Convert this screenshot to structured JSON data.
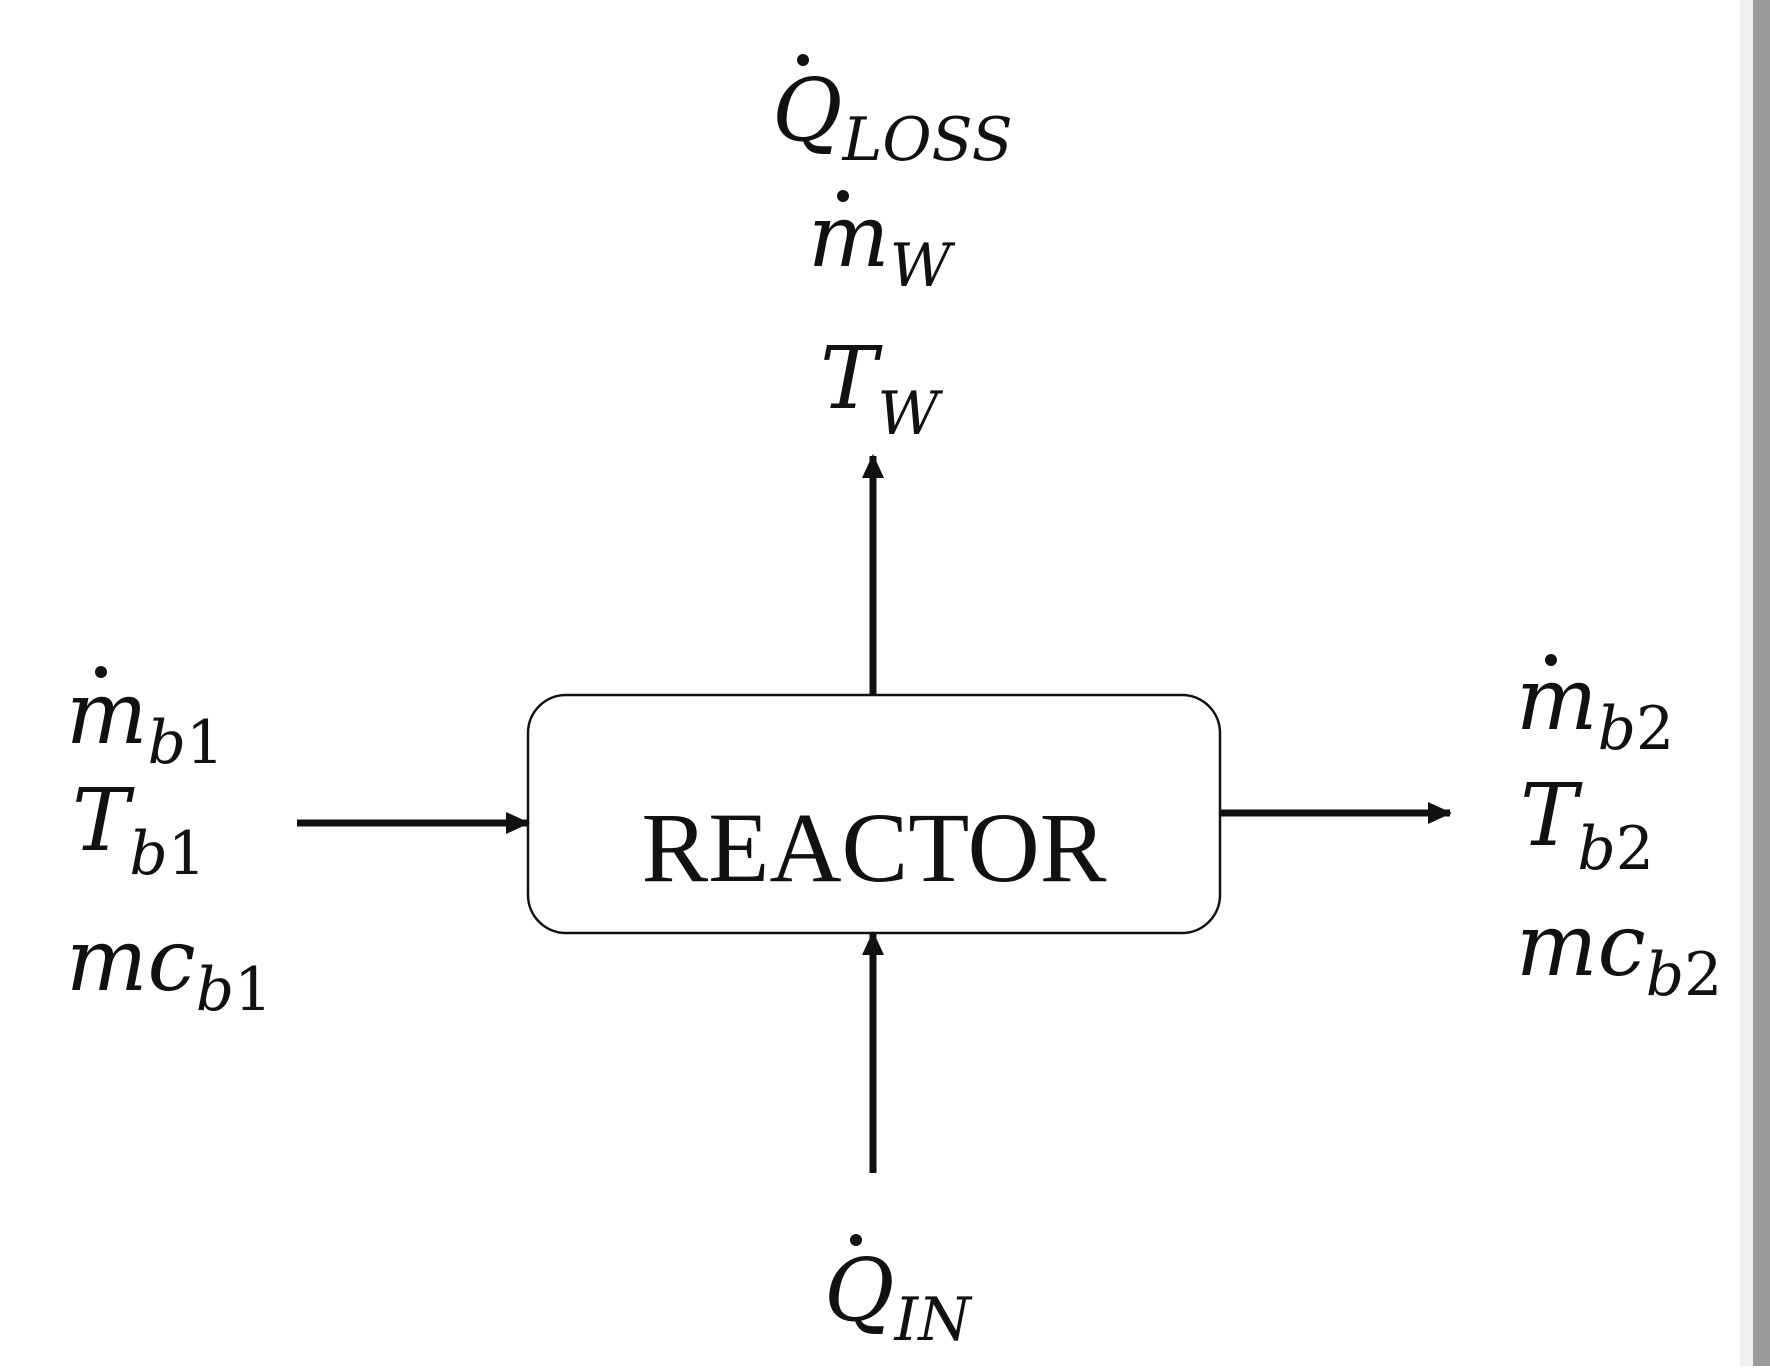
{
  "diagram": {
    "box_label": "REACTOR",
    "top_labels": [
      {
        "dot": true,
        "base": "Q",
        "sub": "LOSS"
      },
      {
        "dot": true,
        "base": "m",
        "sub": "W"
      },
      {
        "dot": false,
        "base": "T",
        "sub": "W"
      }
    ],
    "left_labels": [
      {
        "dot": true,
        "base": "m",
        "sub": "b1"
      },
      {
        "dot": false,
        "base": "T",
        "sub": "b1"
      },
      {
        "dot": false,
        "base": "mc",
        "sub": "b1"
      }
    ],
    "right_labels": [
      {
        "dot": true,
        "base": "m",
        "sub": "b2"
      },
      {
        "dot": false,
        "base": "T",
        "sub": "b2"
      },
      {
        "dot": false,
        "base": "mc",
        "sub": "b2"
      }
    ],
    "bottom_labels": [
      {
        "dot": true,
        "base": "Q",
        "sub": "IN"
      }
    ],
    "colors": {
      "ink": "#111111",
      "background": "#ffffff"
    }
  }
}
